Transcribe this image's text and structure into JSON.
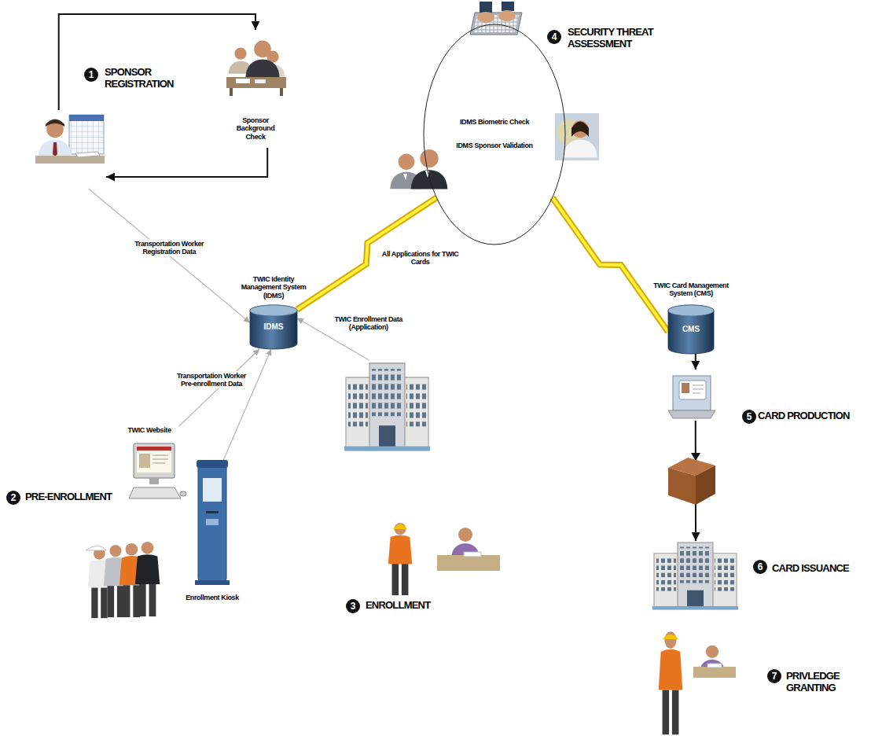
{
  "diagram": {
    "nodes": [
      {
        "text": [
          "SPONSOR REGISTRATION"
        ]
      },
      {
        "text": [
          "Sponsor Background Check"
        ]
      },
      {
        "text": [
          "SECURITY THREAT ASSESSMENT",
          "IDMS Biometric Check",
          "IDMS Sponsor Validation"
        ]
      },
      {
        "text": [
          "TWIC Identity Management System (IDMS)",
          "IDMS"
        ]
      },
      {
        "text": [
          "TWIC Website"
        ]
      },
      {
        "text": [
          "Enrollment Kiosk"
        ]
      },
      {
        "text": [
          "ENROLLMENT"
        ]
      },
      {
        "text": [
          "TWIC Card Management System (CMS)",
          "CMS"
        ]
      },
      {
        "text": [
          "CARD PRODUCTION"
        ]
      },
      {
        "text": [
          "CARD ISSUANCE"
        ]
      },
      {
        "text": [
          "PRIVLEDGE GRANTING"
        ]
      }
    ],
    "edges": [
      {
        "from": 0,
        "to": 1,
        "arrow": "to"
      },
      {
        "from": 1,
        "to": 0,
        "arrow": "to"
      },
      {
        "from": 0,
        "to": 3,
        "arrow": "to",
        "label": "Transportation Worker Registration Data"
      },
      {
        "from": 4,
        "to": 3,
        "arrow": "to",
        "label": "Transportation Worker Pre-enrollment Data"
      },
      {
        "from": 5,
        "to": 3,
        "arrow": "to"
      },
      {
        "from": 6,
        "to": 3,
        "arrow": "to",
        "label": "TWIC Enrollment Data (Application)"
      },
      {
        "from": 3,
        "to": 2,
        "arrow": "none",
        "label": "All Applications for TWIC Cards"
      },
      {
        "from": 2,
        "to": 7,
        "arrow": "none"
      },
      {
        "from": 7,
        "to": 8,
        "arrow": "to"
      },
      {
        "from": 8,
        "to": 9,
        "arrow": "to"
      }
    ],
    "labels": [
      "1",
      "2",
      "PRE-ENROLLMENT",
      "3",
      "4",
      "5",
      "6",
      "7"
    ]
  }
}
